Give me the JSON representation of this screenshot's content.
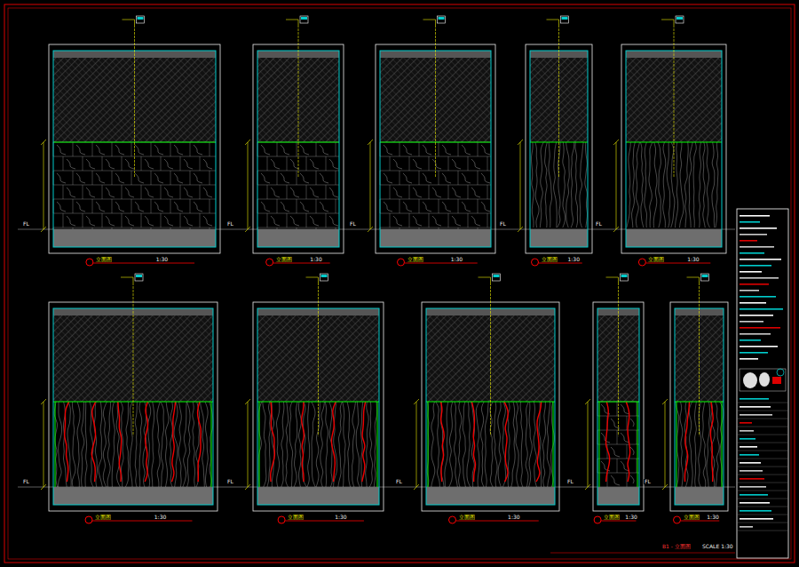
{
  "diagram": {
    "labels": [
      "立面图",
      "1:30",
      "FL",
      "立面图",
      "1:30",
      "FL",
      "立面图",
      "1:30",
      "FL",
      "立面图",
      "1:30",
      "FL",
      "立面图",
      "1:30",
      "FL",
      "立面图",
      "1:30",
      "FL",
      "立面图",
      "1:30",
      "FL",
      "立面图",
      "1:30",
      "FL",
      "立面图",
      "1:30",
      "FL",
      "立面图",
      "1:30",
      "FL",
      "B1 - 立面图",
      "SCALE 1:30"
    ]
  }
}
